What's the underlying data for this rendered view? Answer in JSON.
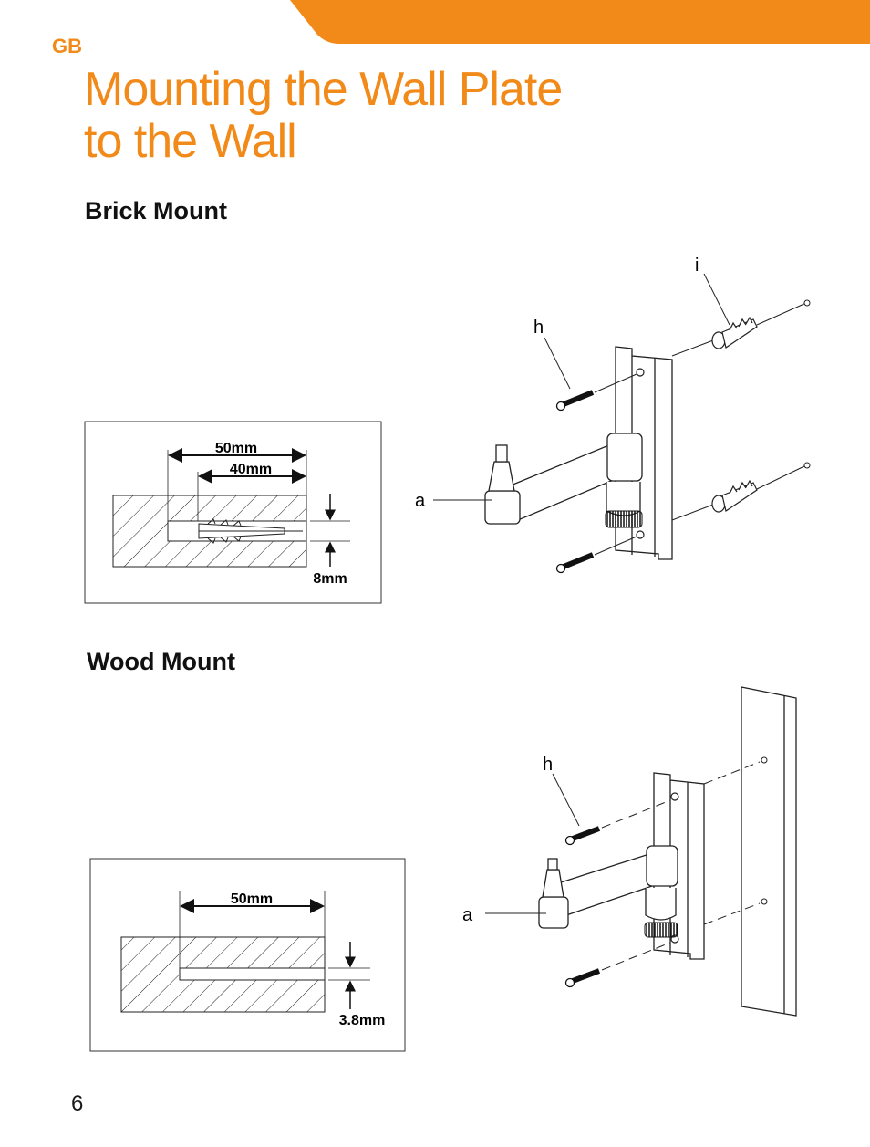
{
  "header": {
    "language_code": "GB",
    "title_line1": "Mounting the Wall Plate",
    "title_line2": "to the Wall",
    "accent_color": "#f28a1a"
  },
  "brick_mount": {
    "heading": "Brick Mount",
    "drill_diagram": {
      "total_depth": "50mm",
      "plug_depth": "40mm",
      "hole_diameter": "8mm"
    },
    "assembly_labels": {
      "screw": "h",
      "wall_plug": "i",
      "wall_plate": "a"
    }
  },
  "wood_mount": {
    "heading": "Wood Mount",
    "drill_diagram": {
      "depth": "50mm",
      "hole_diameter": "3.8mm"
    },
    "assembly_labels": {
      "screw": "h",
      "wall_plate": "a"
    }
  },
  "footer": {
    "page_number": "6"
  }
}
